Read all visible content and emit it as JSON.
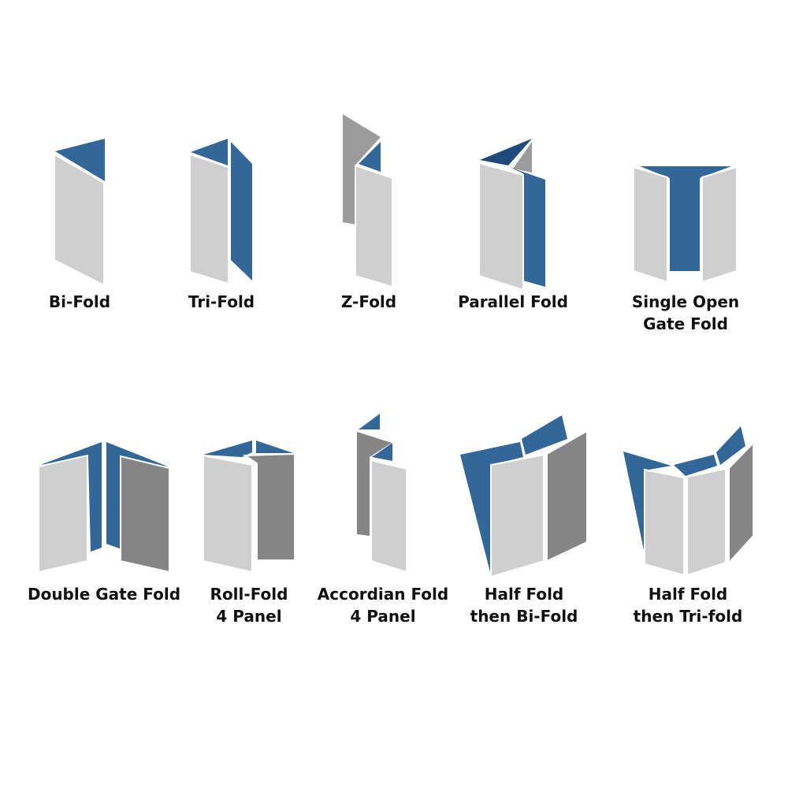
{
  "colors": {
    "blue": "#336699",
    "dark_blue": "#1f4a7a",
    "light_gray": "#cfcfcf",
    "mid_gray": "#9b9b9b",
    "dark_gray": "#858585",
    "text": "#111111",
    "background": "#ffffff"
  },
  "folds": [
    {
      "id": "bi-fold",
      "label_lines": [
        "Bi-Fold"
      ]
    },
    {
      "id": "tri-fold",
      "label_lines": [
        "Tri-Fold"
      ]
    },
    {
      "id": "z-fold",
      "label_lines": [
        "Z-Fold"
      ]
    },
    {
      "id": "parallel-fold",
      "label_lines": [
        "Parallel Fold"
      ]
    },
    {
      "id": "single-open-gate-fold",
      "label_lines": [
        "Single Open",
        "Gate Fold"
      ]
    },
    {
      "id": "double-gate-fold",
      "label_lines": [
        "Double Gate Fold"
      ]
    },
    {
      "id": "roll-fold-4-panel",
      "label_lines": [
        "Roll-Fold",
        "4 Panel"
      ]
    },
    {
      "id": "accordian-fold-4-panel",
      "label_lines": [
        "Accordian Fold",
        "4 Panel"
      ]
    },
    {
      "id": "half-fold-then-bi-fold",
      "label_lines": [
        "Half Fold",
        "then Bi-Fold"
      ]
    },
    {
      "id": "half-fold-then-tri-fold",
      "label_lines": [
        "Half Fold",
        "then Tri-fold"
      ]
    }
  ]
}
